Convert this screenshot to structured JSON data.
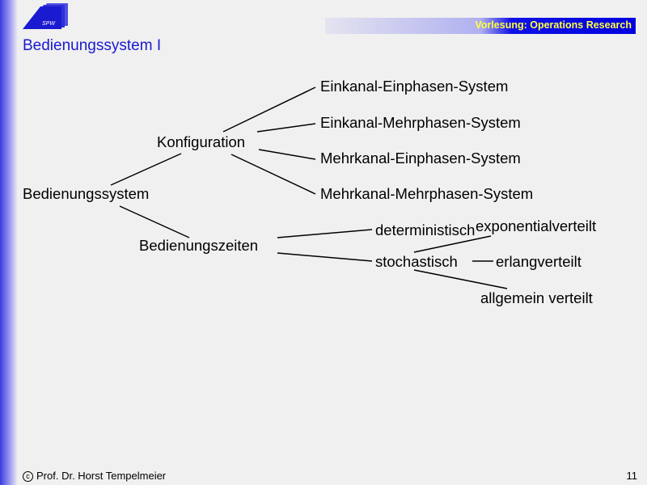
{
  "header": {
    "logo_text": "SPW",
    "banner": "Vorlesung: Operations Research",
    "title": "Bedienungssystem I"
  },
  "tree": {
    "root": "Bedienungssystem",
    "konfiguration": "Konfiguration",
    "k1": "Einkanal-Einphasen-System",
    "k2": "Einkanal-Mehrphasen-System",
    "k3": "Mehrkanal-Einphasen-System",
    "k4": "Mehrkanal-Mehrphasen-System",
    "zeiten": "Bedienungszeiten",
    "det": "deterministisch",
    "sto": "stochastisch",
    "exp": "exponentialverteilt",
    "erl": "erlangverteilt",
    "all": "allgemein verteilt"
  },
  "footer": {
    "copyright_symbol": "c",
    "author": "Prof. Dr. Horst Tempelmeier",
    "page": "11"
  }
}
